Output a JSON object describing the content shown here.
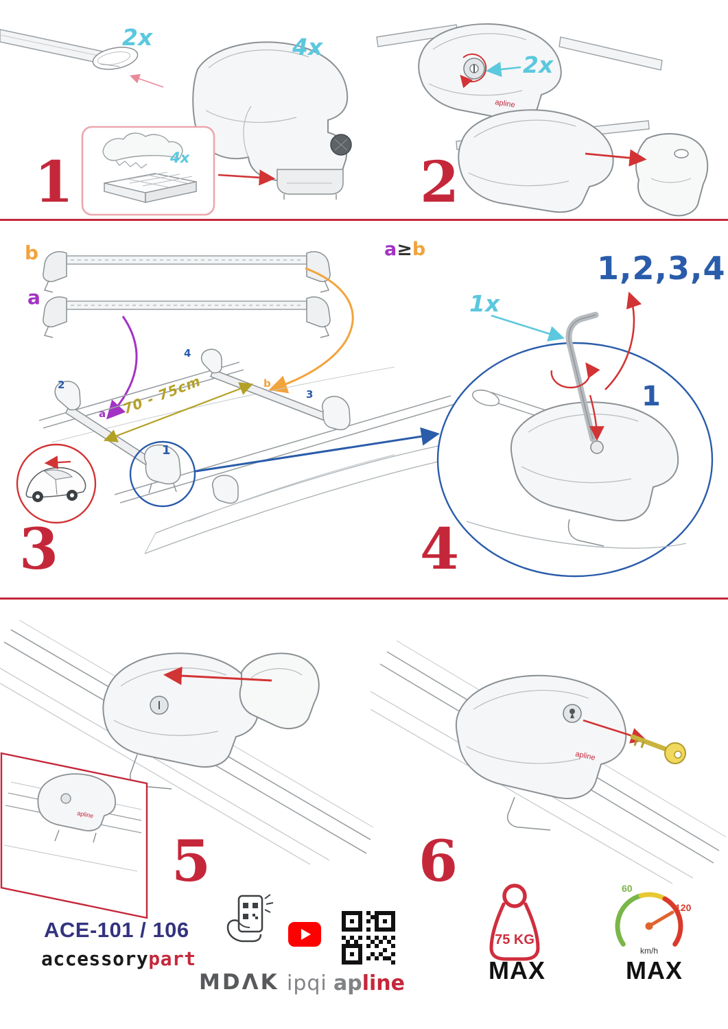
{
  "colors": {
    "step_red": "#c5273a",
    "cyan": "#5bc8de",
    "orange": "#f2a33c",
    "purple": "#a332c4",
    "blue": "#2a5caa",
    "olive": "#b3a125",
    "navy": "#33337f",
    "brand_gray": "#808285",
    "youtube_red": "#ff0000",
    "gauge_green": "#7ab648",
    "gauge_yellow": "#e8c832",
    "gauge_red": "#d93a2b"
  },
  "steps": {
    "s1": {
      "number": "1",
      "qty_bar": "2x",
      "qty_foot": "4x",
      "qty_pad": "4x"
    },
    "s2": {
      "number": "2",
      "qty_lock": "2x"
    },
    "s3": {
      "number": "3",
      "label_a": "a",
      "label_b": "b",
      "distance": "70 - 75cm",
      "pos_1": "1",
      "pos_2": "2",
      "pos_3": "3",
      "pos_4": "4"
    },
    "s4": {
      "number": "4",
      "cond_a": "a",
      "cond_op": "≥",
      "cond_b": "b",
      "sequence": "1,2,3,4",
      "qty_key": "1x",
      "torque_first": "1"
    },
    "s5": {
      "number": "5"
    },
    "s6": {
      "number": "6"
    }
  },
  "product": {
    "label": "apline"
  },
  "footer": {
    "model": "ACE-101 / 106",
    "brand_part1": "accessory",
    "brand_part2": "part",
    "logo_mdak": "MDΛK",
    "logo_ipqi": "ipqi",
    "logo_ap": "ap",
    "logo_line": "line",
    "weight_value": "75 KG",
    "weight_max": "MAX",
    "speed_min": "60",
    "speed_max_value": "120",
    "speed_unit": "km/h",
    "speed_max_label": "MAX"
  }
}
